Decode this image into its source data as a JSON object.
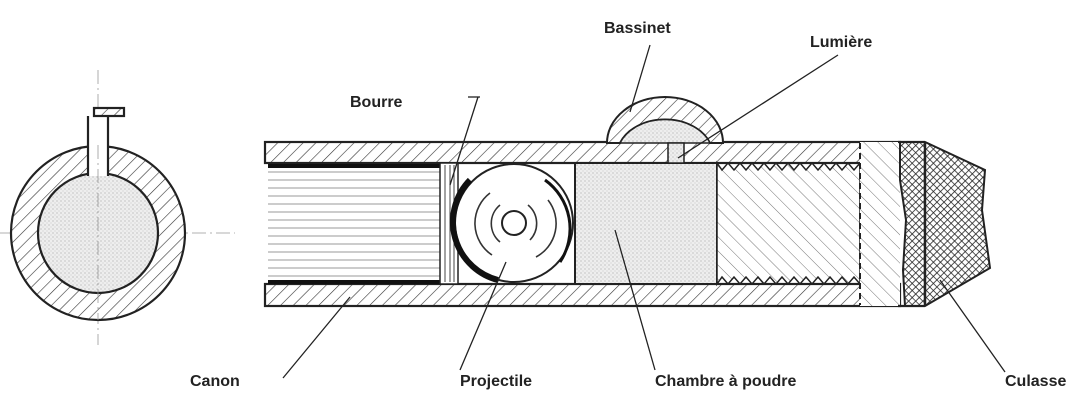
{
  "labels": {
    "bassinet": "Bassinet",
    "lumiere": "Lumière",
    "bourre": "Bourre",
    "canon": "Canon",
    "projectile": "Projectile",
    "chambre": "Chambre à poudre",
    "culasse": "Culasse"
  },
  "colors": {
    "ink": "#222222",
    "stipple": "#e4e4e4"
  }
}
